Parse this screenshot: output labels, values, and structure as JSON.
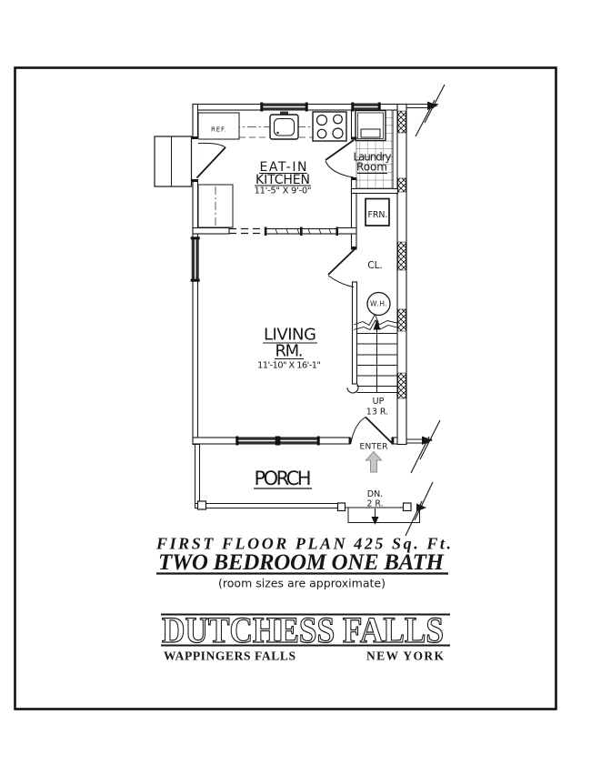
{
  "plan": {
    "kitchen": {
      "line1": "EAT-IN",
      "line2": "KITCHEN",
      "dims": "11'-5\" X 9'-0\""
    },
    "living": {
      "line1": "LIVING",
      "line2": "RM.",
      "dims": "11'-10\" X 16'-1\""
    },
    "laundry": {
      "line1": "Laundry",
      "line2": "Room"
    },
    "porch": {
      "label": "PORCH"
    },
    "closet": {
      "label": "CL."
    },
    "furnace": {
      "label": "FRN."
    },
    "water_heater": {
      "label": "W.H."
    },
    "refrigerator": {
      "label": "REF."
    },
    "stairs": {
      "up": "UP",
      "risers": "13 R."
    },
    "porch_steps": {
      "down": "DN.",
      "risers": "2 R."
    },
    "entry": {
      "label": "ENTER"
    }
  },
  "title_block": {
    "plan_title": "FIRST FLOOR PLAN 425 Sq. Ft.",
    "plan_subtitle": "TWO BEDROOM ONE BATH",
    "note": "(room sizes are approximate)",
    "development": "DUTCHESS FALLS",
    "city": "WAPPINGERS FALLS",
    "state": "NEW YORK"
  },
  "colors": {
    "ink": "#161616",
    "enter_arrow_fill": "#c6c6c6",
    "enter_arrow_stroke": "#8f8f8f"
  }
}
